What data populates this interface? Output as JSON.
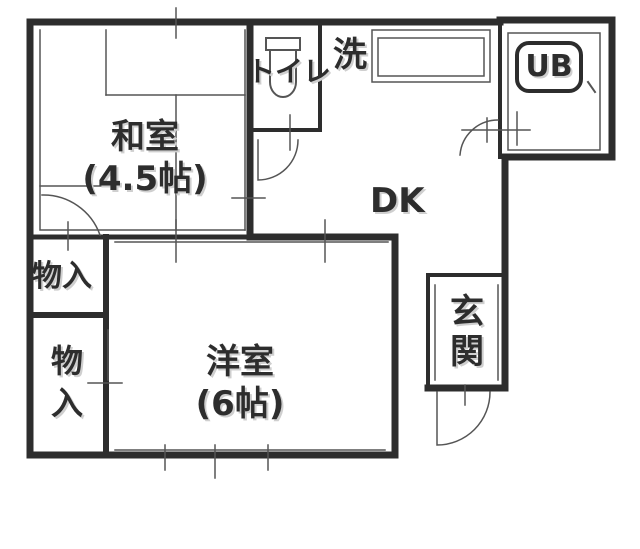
{
  "rooms": {
    "washitsu": {
      "name": "和室",
      "size": "(4.5帖)"
    },
    "youshitsu": {
      "name": "洋室",
      "size": "(6帖)"
    },
    "dk": {
      "name": "DK"
    },
    "toilet": {
      "name": "トイレ"
    },
    "washroom": {
      "name": "洗"
    },
    "bath": {
      "name": "UB"
    },
    "entrance": {
      "char1": "玄",
      "char2": "関"
    },
    "storage_top": {
      "name": "物入"
    },
    "storage_side": {
      "char1": "物",
      "char2": "入"
    }
  },
  "colors": {
    "wall": "#2d2d2d",
    "thin_line": "#555555",
    "label_shadow": "#cfcfcf"
  }
}
